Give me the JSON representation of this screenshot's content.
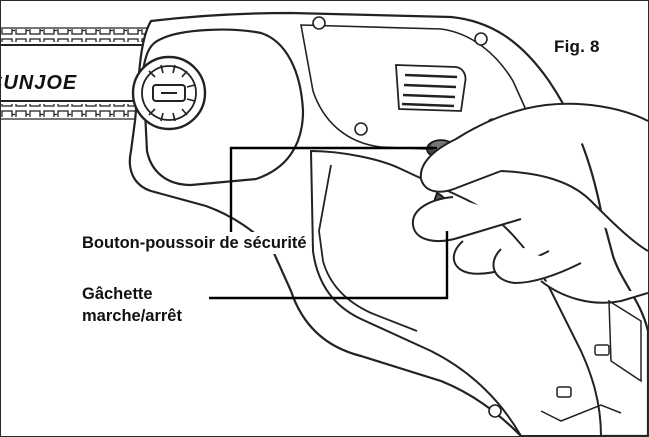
{
  "figure": {
    "label": "Fig. 8"
  },
  "brand": {
    "logo_text": "SUNJOE"
  },
  "callouts": {
    "safety_button": "Bouton-poussoir de sécurité",
    "trigger_line1": "Gâchette",
    "trigger_line2": "marche/arrêt"
  },
  "colors": {
    "ink": "#111111",
    "background": "#ffffff"
  }
}
